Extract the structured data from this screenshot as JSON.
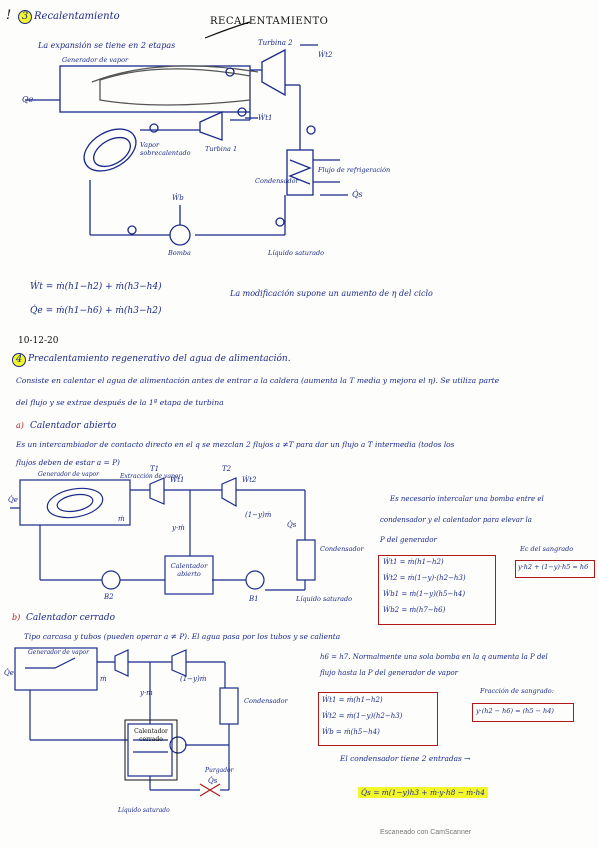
{
  "section1": {
    "number": "3",
    "title": "Recalentamiento",
    "intro": "La expansión se tiene en 2 etapas",
    "annotation": "RECALENTAMIENTO",
    "labels": {
      "generator": "Generador de vapor",
      "qe": "Qe",
      "turbine2": "Turbina 2",
      "wt2": "Ẇt2",
      "wt1": "Ẇt1",
      "turbine1": "Turbina 1",
      "superheated": "Vapor sobrecalentado",
      "condenser": "Condensador",
      "coolant": "Flujo de refrigeración",
      "qs": "Q̇s",
      "pump": "Bomba",
      "saturated_liquid": "Líquido saturado",
      "wb": "Ẇb"
    },
    "eq1": "Ẇt = ṁ(h1−h2) + ṁ(h3−h4)",
    "eq2": "Q̇e = ṁ(h1−h6) + ṁ(h3−h2)",
    "note": "La modificación supone un aumento de η del ciclo"
  },
  "date": "10-12-20",
  "section2": {
    "number": "4",
    "title": "Precalentamiento regenerativo del agua de alimentación.",
    "body1": "Consiste en calentar el agua de alimentación antes de entrar a la caldera (aumenta la T media y mejora el η). Se utiliza parte",
    "body2": "del flujo y se extrae después de la 1ª etapa de turbina",
    "sub_a": {
      "label": "a)",
      "title": "Calentador abierto",
      "desc1": "Es un intercambiador de contacto directo en el q se mezclan 2 flujos a ≠T para dar un flujo a T intermedia (todos los",
      "desc2": "flujos deben de estar a = P)",
      "diagram": {
        "generator": "Generador de vapor",
        "extract": "Extracción de vapor",
        "t1": "T1",
        "t2": "T2",
        "wt1": "Ẇt1",
        "wt2": "Ẇt2",
        "m": "ṁ",
        "ym": "y·ṁ",
        "oneminus": "(1−y)ṁ",
        "qe": "Q̇e",
        "qs": "Q̇s",
        "heater": "Calentador abierto",
        "condenser": "Condensador",
        "b2": "B2",
        "b1": "B1",
        "liquid": "Líquido saturado"
      },
      "note1": "Es necesario intercalar una bomba entre el",
      "note2": "condensador y el calentador para elevar la",
      "note3": "P del generador",
      "eqs": [
        "Ẇt1 = ṁ(h1−h2)",
        "Ẇt2 = ṁ(1−y)·(h2−h3)",
        "Ẇb1 = ṁ(1−y)(h5−h4)",
        "Ẇb2 = ṁ(h7−h6)"
      ],
      "fraction_label": "Ec del sangrado",
      "fraction_eq": "y·h2 + (1−y)·h5 = h6"
    },
    "sub_b": {
      "label": "b)",
      "title": "Calentador cerrado",
      "desc": "Tipo carcasa y tubos (pueden operar a ≠ P). El agua pasa por los tubos y se calienta",
      "diagram": {
        "generator": "Generador de vapor",
        "qe": "Q̇e",
        "m": "ṁ",
        "ym": "y·ṁ",
        "oneminus": "(1−y)ṁ",
        "heater": "Calentador cerrado",
        "condenser": "Condensador",
        "trap": "Purgador",
        "liquid": "Líquido saturado",
        "qs": "Q̇s"
      },
      "note1": "h6 = h7. Normalmente una sola bomba en la q aumenta la P del",
      "note2": "flujo hasta la P del generador de vapor",
      "eqs": [
        "Ẇt1 = ṁ(h1−h2)",
        "Ẇt2 = ṁ(1−y)(h2−h3)",
        "Ẇb = ṁ(h5−h4)"
      ],
      "fraction_label": "Fracción de sangrado:",
      "fraction_eq": "y·(h2 − h6) = (h5 − h4)",
      "outlets": "El condensador tiene 2 entradas →",
      "qs_eq": "Q̇s = ṁ(1−y)h3 + ṁ·y·h8 − ṁ·h4"
    }
  },
  "footer": "Escaneado con CamScanner"
}
